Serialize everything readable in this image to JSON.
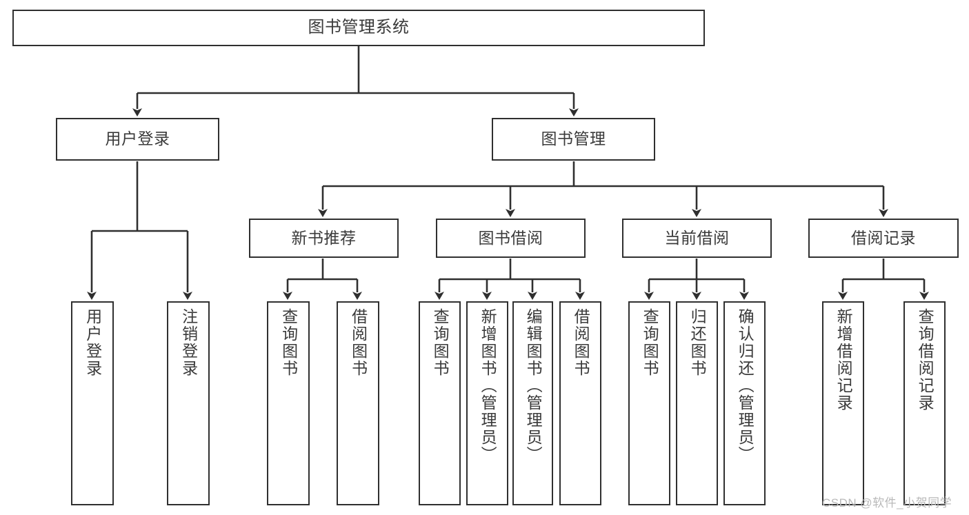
{
  "diagram": {
    "title": "图书管理系统",
    "type": "tree-hierarchy-diagram",
    "colors": {
      "box_border": "#2f2f2f",
      "box_fill": "#ffffff",
      "edge": "#2f2f2f",
      "text": "#3a3a3a",
      "watermark": "#b9b9b9",
      "background": "#ffffff"
    },
    "root": {
      "label": "图书管理系统"
    },
    "level2": [
      {
        "label": "用户登录"
      },
      {
        "label": "图书管理"
      }
    ],
    "level3": [
      {
        "label": "新书推荐"
      },
      {
        "label": "图书借阅"
      },
      {
        "label": "当前借阅"
      },
      {
        "label": "借阅记录"
      }
    ],
    "leaves": {
      "user_login": [
        {
          "label": "用户登录"
        },
        {
          "label": "注销登录"
        }
      ],
      "new_book_recommend": [
        {
          "label": "查询图书"
        },
        {
          "label": "借阅图书"
        }
      ],
      "book_borrow": [
        {
          "label": "查询图书"
        },
        {
          "label": "新增图书（管理员）"
        },
        {
          "label": "编辑图书（管理员）"
        },
        {
          "label": "借阅图书"
        }
      ],
      "current_borrow": [
        {
          "label": "查询图书"
        },
        {
          "label": "归还图书"
        },
        {
          "label": "确认归还（管理员）"
        }
      ],
      "borrow_record": [
        {
          "label": "新增借阅记录"
        },
        {
          "label": "查询借阅记录"
        }
      ]
    }
  },
  "watermark": {
    "text": "CSDN @软件_小贺同学"
  }
}
